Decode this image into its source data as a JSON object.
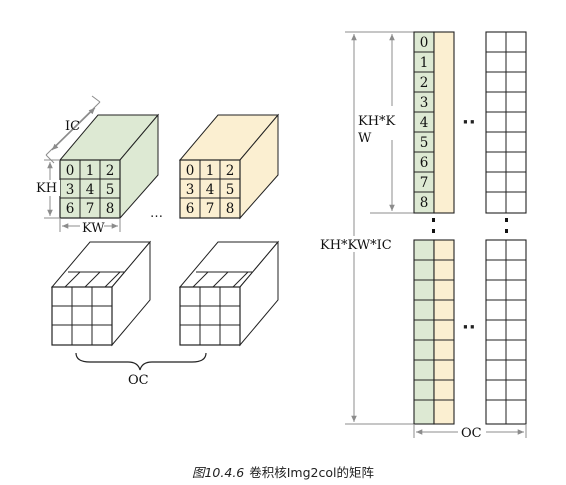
{
  "left": {
    "kernel_numbers": [
      "0",
      "1",
      "2",
      "3",
      "4",
      "5",
      "6",
      "7",
      "8"
    ],
    "ic_label": "IC",
    "kh_label": "KH",
    "kw_label": "KW",
    "oc_label": "OC",
    "ellipsis": "…"
  },
  "right": {
    "column_numbers": [
      "0",
      "1",
      "2",
      "3",
      "4",
      "5",
      "6",
      "7",
      "8"
    ],
    "kh_kw_label_line1": "KH*K",
    "kh_kw_label_line2": "W",
    "kh_kw_ic_label": "KH*KW*IC",
    "oc_label": "OC",
    "dots": "··"
  },
  "colors": {
    "green_fill": "#dde9d3",
    "yellow_fill": "#fbefd1",
    "line": "#222222",
    "arrow": "#8c8c8c"
  },
  "caption": {
    "figure_number": "图10.4.6",
    "text": "卷积核Img2col的矩阵"
  }
}
